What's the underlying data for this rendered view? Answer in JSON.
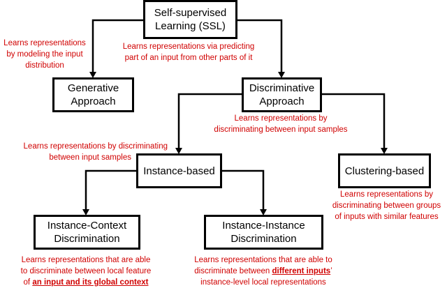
{
  "nodes": {
    "ssl": [
      "Self-supervised",
      "Learning (SSL)"
    ],
    "generative": [
      "Generative",
      "Approach"
    ],
    "discriminative": [
      "Discriminative",
      "Approach"
    ],
    "instance_based": "Instance-based",
    "clustering": "Clustering-based",
    "instance_context": [
      "Instance-Context",
      "Discrimination"
    ],
    "instance_instance": [
      "Instance-Instance",
      "Discrimination"
    ]
  },
  "notes": {
    "generative": [
      "Learns representations",
      "by modeling the input",
      "distribution"
    ],
    "discriminative_edge": [
      "Learns representations via predicting",
      "part of an input from other parts of it"
    ],
    "discriminative": [
      "Learns representations by",
      "discriminating between input samples"
    ],
    "instance_based": [
      "Learns representations by discriminating",
      "between input samples"
    ],
    "clustering": [
      "Learns representations by",
      "discriminating between groups",
      "of inputs with similar features"
    ],
    "instance_context": {
      "line1": "Learns representations that are able",
      "line2": "to discriminate between local feature",
      "line3_pre": "of ",
      "line3_em": "an input and its global context"
    },
    "instance_instance": {
      "line1": "Learns representations that are able to",
      "line2_pre": "discriminate between ",
      "line2_em": "different inputs",
      "line2_post": "’",
      "line3": "instance-level local representations"
    }
  },
  "colors": {
    "note": "#d00000",
    "line": "#000000"
  }
}
